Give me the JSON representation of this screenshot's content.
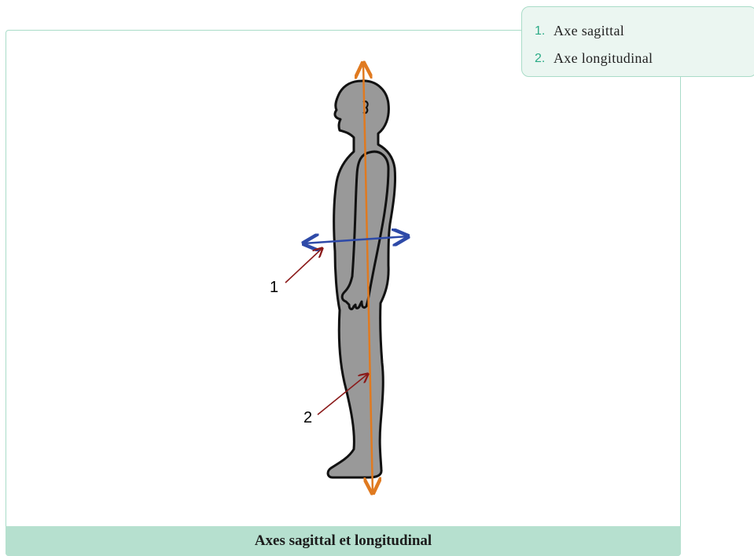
{
  "legend": {
    "items": [
      {
        "number": "1.",
        "label": "Axe sagittal"
      },
      {
        "number": "2.",
        "label": "Axe longitudinal"
      }
    ]
  },
  "figure": {
    "callouts": [
      {
        "number": "1"
      },
      {
        "number": "2"
      }
    ],
    "colors": {
      "body_fill": "#999999",
      "longitudinal_axis": "#e07a20",
      "sagittal_axis": "#2e4aa8",
      "callout_arrow": "#8b1a1a"
    }
  },
  "caption": "Axes sagittal et longitudinal"
}
